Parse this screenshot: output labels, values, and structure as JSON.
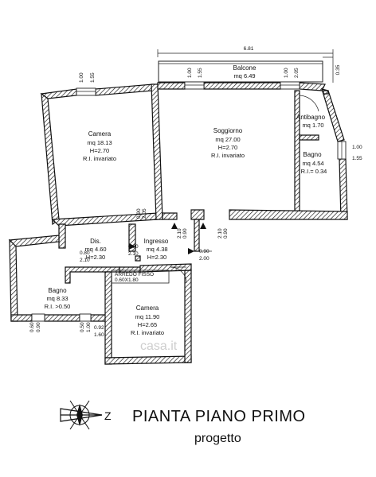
{
  "floorplan": {
    "rooms": [
      {
        "id": "camera1",
        "lines": [
          "Camera",
          "mq 18.13",
          "H=2.70",
          "R.I. invariato"
        ]
      },
      {
        "id": "soggiorno",
        "lines": [
          "Soggiorno",
          "mq 27.00",
          "H=2.70",
          "R.I. invariato"
        ]
      },
      {
        "id": "balcone",
        "lines": [
          "Balcone",
          "mq 6.49"
        ]
      },
      {
        "id": "antibagno",
        "lines": [
          "Antibagno",
          "mq 1.70"
        ]
      },
      {
        "id": "bagno1",
        "lines": [
          "Bagno",
          "mq 4.54",
          "R.I.= 0.34"
        ]
      },
      {
        "id": "dis",
        "lines": [
          "Dis.",
          "mq 4.60",
          "H=2.30"
        ]
      },
      {
        "id": "ingresso",
        "lines": [
          "Ingresso",
          "mq 4.38",
          "H=2.30"
        ]
      },
      {
        "id": "bagno2",
        "lines": [
          "Bagno",
          "mq 8.33",
          "R.I. >0.50"
        ]
      },
      {
        "id": "camera2",
        "lines": [
          "Camera",
          "mq 11.90",
          "H=2.65",
          "R.I. invariato"
        ]
      }
    ],
    "arredo_label": [
      "ARREDO FISSO",
      "0.60X1.80"
    ],
    "dimensions": {
      "overall": "6.81",
      "d_0_35": "0.35",
      "w1": [
        "1.00",
        "1.55"
      ],
      "w2": [
        "1.00",
        "1.55"
      ],
      "w3": [
        "1.00",
        "2.05"
      ],
      "w_east": [
        "1.00",
        "1.55"
      ],
      "door_a": [
        "0.90",
        "2.05"
      ],
      "door_b": [
        "0.90",
        "2.10"
      ],
      "door_c": [
        "0.90",
        "2.10"
      ],
      "door_d": [
        "0.90",
        "2.00"
      ],
      "door_dis": [
        "0.80",
        "2.10"
      ],
      "door_ing": [
        "0.80",
        "2.10"
      ],
      "door_bagno_a": [
        "0.60",
        "0.90"
      ],
      "door_bagno_b": [
        "0.50",
        "1.00"
      ],
      "door_bagno_c": [
        "0.92",
        "1.60"
      ]
    },
    "watermark": "casa.it"
  },
  "title": {
    "main": "PIANTA PIANO PRIMO",
    "sub": "progetto",
    "compass_letter": "Z"
  }
}
